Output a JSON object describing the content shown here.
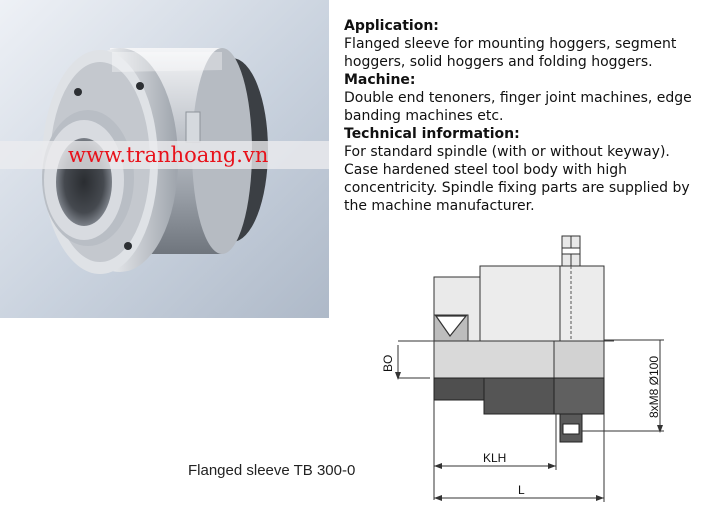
{
  "watermark": "www.tranhoang.vn",
  "sections": [
    {
      "heading": "Application:",
      "text": "Flanged sleeve for mounting hoggers, segment hoggers, solid hoggers and folding hoggers."
    },
    {
      "heading": "Machine:",
      "text": "Double end tenoners, finger joint machines, edge banding machines etc."
    },
    {
      "heading": "Technical information:",
      "text": "For standard spindle (with or without keyway). Case hardened steel tool body with high concentricity. Spindle fixing parts are supplied by the machine manufacturer."
    }
  ],
  "caption": "Flanged sleeve TB 300-0",
  "dimensions": {
    "bo": "BO",
    "holes": "8xM8 Ø100",
    "klh": "KLH",
    "l": "L"
  }
}
